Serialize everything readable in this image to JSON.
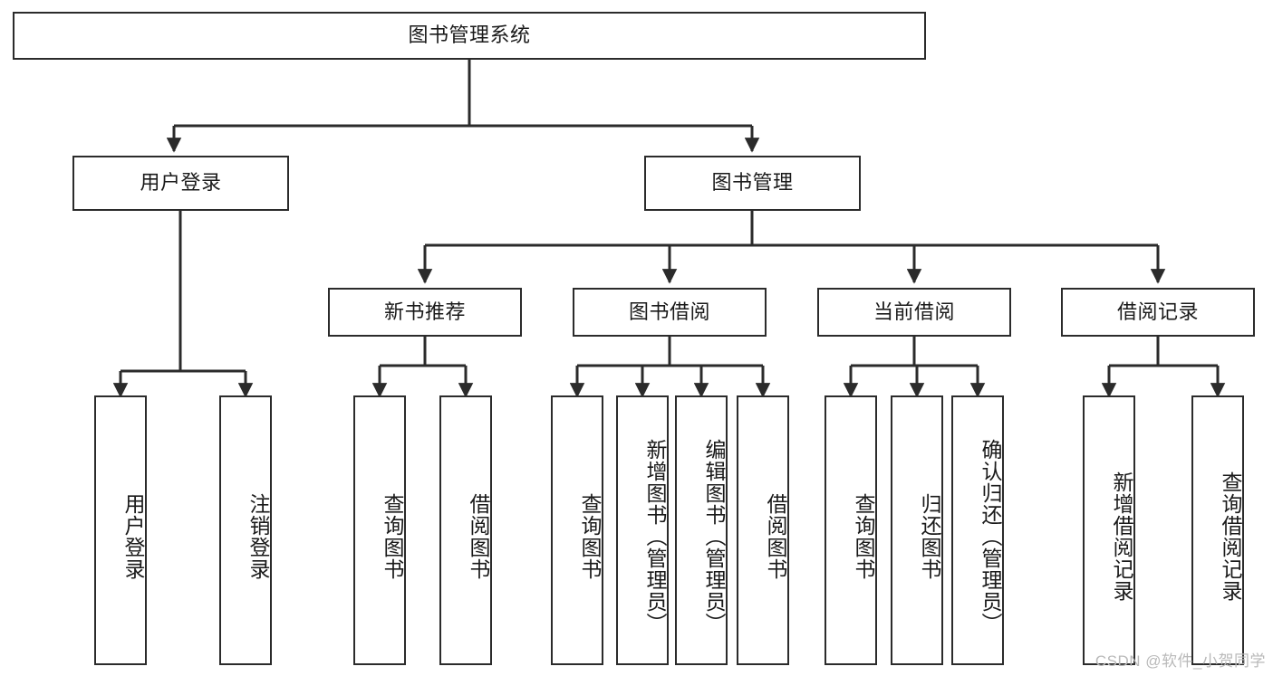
{
  "diagram": {
    "title": "图书管理系统",
    "type": "tree-hierarchy",
    "watermark": "CSDN @软件_小贺同学",
    "colors": {
      "stroke": "#2b2b2b",
      "fill": "#ffffff",
      "text": "#1a1a1a",
      "watermark": "#b9b9b9"
    },
    "levels": {
      "level0": [
        {
          "id": "root",
          "label": "图书管理系统"
        }
      ],
      "level1": [
        {
          "id": "user-login",
          "label": "用户登录"
        },
        {
          "id": "book-manage",
          "label": "图书管理"
        }
      ],
      "level2": [
        {
          "id": "new-book-rec",
          "label": "新书推荐",
          "parent": "book-manage"
        },
        {
          "id": "book-borrow",
          "label": "图书借阅",
          "parent": "book-manage"
        },
        {
          "id": "current-borrow",
          "label": "当前借阅",
          "parent": "book-manage"
        },
        {
          "id": "borrow-record",
          "label": "借阅记录",
          "parent": "book-manage"
        }
      ],
      "level3": [
        {
          "id": "leaf-user-login",
          "label": "用户登录",
          "parent": "user-login"
        },
        {
          "id": "leaf-user-logout",
          "label": "注销登录",
          "parent": "user-login"
        },
        {
          "id": "leaf-rec-query",
          "label": "查询图书",
          "parent": "new-book-rec"
        },
        {
          "id": "leaf-rec-borrow",
          "label": "借阅图书",
          "parent": "new-book-rec"
        },
        {
          "id": "leaf-borrow-query",
          "label": "查询图书",
          "parent": "book-borrow"
        },
        {
          "id": "leaf-borrow-add",
          "label": "新增图书（管理员）",
          "parent": "book-borrow"
        },
        {
          "id": "leaf-borrow-edit",
          "label": "编辑图书（管理员）",
          "parent": "book-borrow"
        },
        {
          "id": "leaf-borrow-lend",
          "label": "借阅图书",
          "parent": "book-borrow"
        },
        {
          "id": "leaf-cur-query",
          "label": "查询图书",
          "parent": "current-borrow"
        },
        {
          "id": "leaf-cur-return",
          "label": "归还图书",
          "parent": "current-borrow"
        },
        {
          "id": "leaf-cur-confirm",
          "label": "确认归还（管理员）",
          "parent": "current-borrow"
        },
        {
          "id": "leaf-rec-add",
          "label": "新增借阅记录",
          "parent": "borrow-record"
        },
        {
          "id": "leaf-rec-search",
          "label": "查询借阅记录",
          "parent": "borrow-record"
        }
      ]
    }
  }
}
